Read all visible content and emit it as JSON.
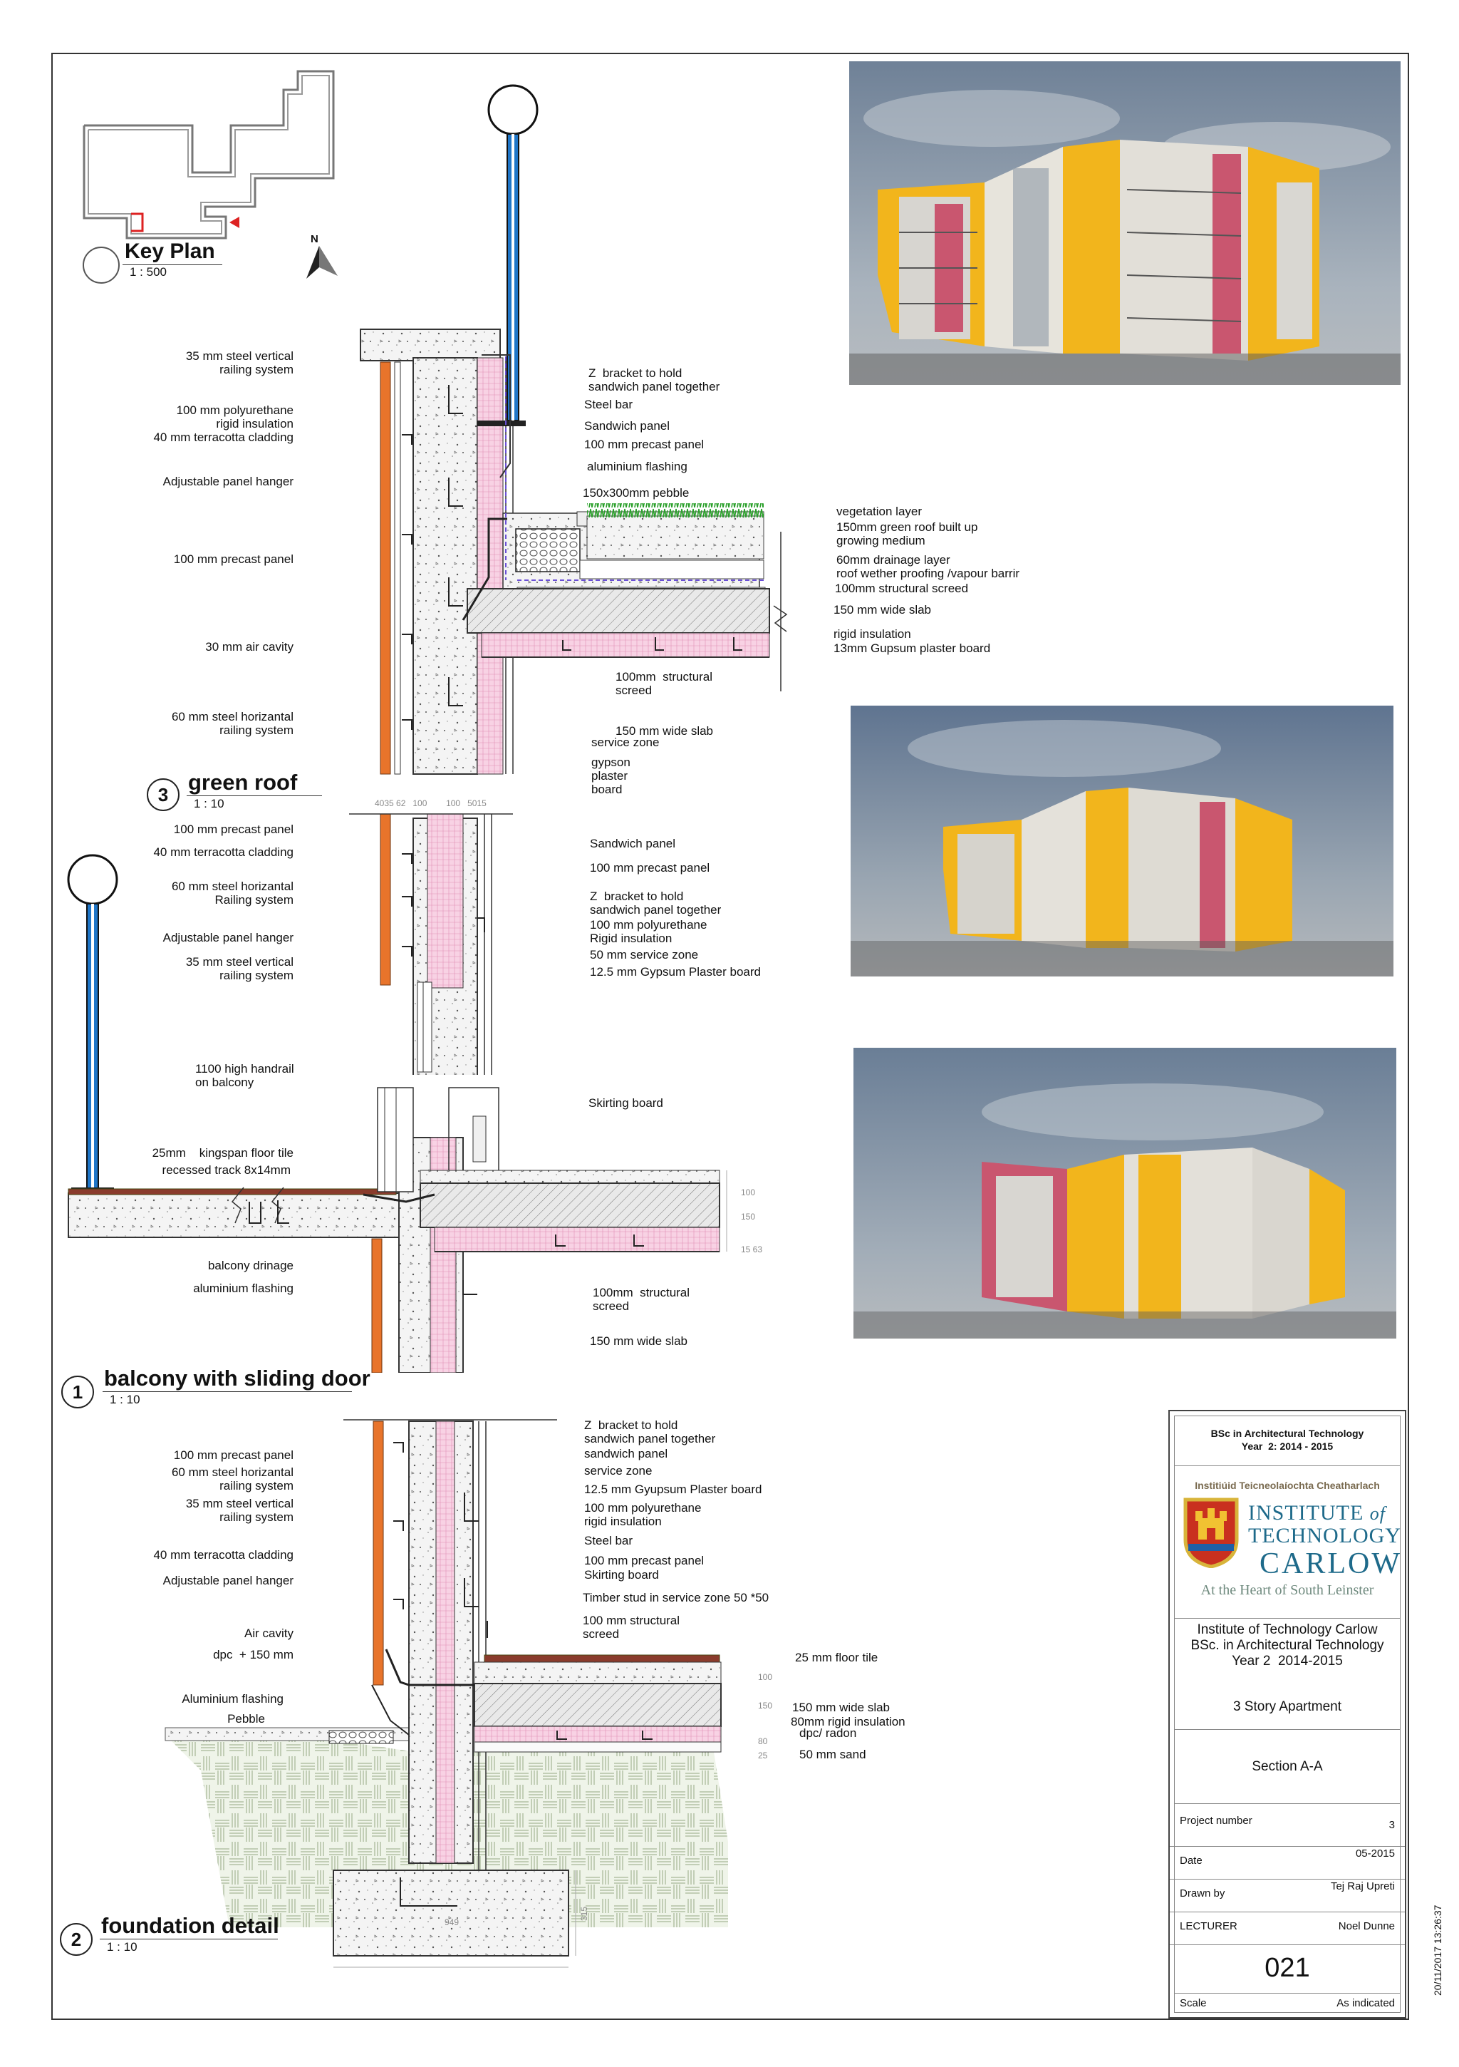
{
  "key_plan": {
    "title": "Key Plan",
    "scale": "1 : 500",
    "north": "N"
  },
  "details": {
    "green_roof": {
      "number": "3",
      "title": "green roof",
      "scale": "1 : 10"
    },
    "balcony": {
      "number": "1",
      "title": "balcony with sliding door",
      "scale": "1 : 10"
    },
    "foundation": {
      "number": "2",
      "title": "foundation detail",
      "scale": "1 : 10"
    }
  },
  "green_roof_labels_left": [
    "35 mm steel vertical\nrailing system",
    "100 mm polyurethane\nrigid insulation",
    "40 mm terracotta cladding",
    "Adjustable panel hanger",
    "100 mm precast panel",
    "30 mm air cavity",
    "60 mm steel horizantal\nrailing system"
  ],
  "green_roof_labels_right": [
    "Z  bracket to hold\nsandwich panel together",
    "Steel bar",
    "Sandwich panel",
    "100 mm precast panel",
    "aluminium flashing",
    "150x300mm pebble",
    "vegetation layer",
    "150mm green roof built up\ngrowing medium",
    "60mm drainage layer\nroof wether proofing /vapour barrir",
    "100mm structural screed",
    "150 mm wide slab",
    "rigid insulation",
    "13mm Gupsum plaster board",
    "100mm  structural\nscreed",
    "150 mm wide slab",
    "service zone",
    "gypson\nplaster\nboard"
  ],
  "wall_labels_left": [
    "100 mm precast panel",
    "40 mm terracotta cladding",
    "60 mm steel horizantal\nRailing system",
    "Adjustable panel hanger",
    "35 mm steel vertical\nrailing system"
  ],
  "wall_labels_right": [
    "Sandwich panel",
    "100 mm precast panel",
    "Z  bracket to hold\nsandwich panel together",
    "100 mm polyurethane\nRigid insulation",
    "50 mm service zone",
    "12.5 mm Gypsum Plaster board"
  ],
  "wall_dims": "4035 62   100        100   5015",
  "balcony_labels_left": [
    "1100 high handrail\non balcony",
    "25mm    kingspan floor tile",
    "recessed track 8x14mm",
    "balcony drinage",
    "aluminium flashing"
  ],
  "balcony_labels_right": [
    "Skirting board",
    "100mm  structural\nscreed",
    "150 mm wide slab"
  ],
  "balcony_dims": [
    "100",
    "150",
    "15 63"
  ],
  "foundation_labels_left": [
    "100 mm precast panel",
    "60 mm steel horizantal\nrailing system",
    "35 mm steel vertical\nrailing system",
    "40 mm terracotta cladding",
    "Adjustable panel hanger",
    "Air cavity",
    "dpc  + 150 mm",
    "Aluminium flashing",
    "Pebble"
  ],
  "foundation_labels_right": [
    "Z  bracket to hold\nsandwich panel together",
    "sandwich panel",
    "service zone",
    "12.5 mm Gyupsum Plaster board",
    "100 mm polyurethane\nrigid insulation",
    "Steel bar",
    "100 mm precast panel",
    "Skirting board",
    "Timber stud in service zone 50 *50",
    "100 mm structural\nscreed",
    "25 mm floor tile",
    "150 mm wide slab",
    "80mm rigid insulation",
    "dpc/ radon",
    "50 mm sand"
  ],
  "foundation_dims": {
    "width": "949",
    "height": "315",
    "levels": [
      "100",
      "150",
      "80",
      "25"
    ]
  },
  "title_block": {
    "course_header": "BSc in Architectural Technology\nYear  2: 2014 - 2015",
    "irish_name": "Institiúid Teicneolaíochta Cheatharlach",
    "logo_line1": "INSTITUTE",
    "logo_of": "of",
    "logo_line2": "TECHNOLOGY",
    "logo_line3": "CARLOW",
    "tagline": "At the Heart of South Leinster",
    "institution_block": "Institute of Technology Carlow\nBSc. in Architectural Technology\nYear 2  2014-2015",
    "project": "3 Story  Apartment",
    "section": "Section A-A",
    "rows": [
      {
        "k": "Project number",
        "v": "3"
      },
      {
        "k": "Date",
        "v": "05-2015"
      },
      {
        "k": "Drawn by",
        "v": "Tej Raj Upreti"
      },
      {
        "k": "LECTURER",
        "v": "Noel Dunne"
      }
    ],
    "sheet_number": "021",
    "scale_label": "Scale",
    "scale_value": "As indicated"
  },
  "timestamp": "20/11/2017 13:26:37",
  "colors": {
    "cladding": "#e8742b",
    "insulation": "#f6c9de",
    "render_yellow": "#f2b51c",
    "render_pink": "#c9566f",
    "sky": "#7d8ea4",
    "vegetation": "#2aa02a"
  }
}
